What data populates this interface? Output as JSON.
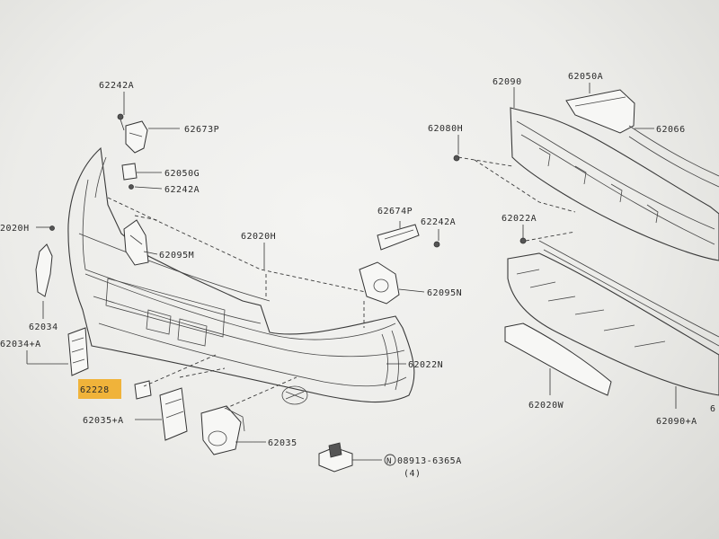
{
  "labels": {
    "l62242a_top": "62242A",
    "l62673p": "62673P",
    "l62050g": "62050G",
    "l62242a_mid": "62242A",
    "l62020h_left": "2020H",
    "l62095m": "62095M",
    "l62034": "62034",
    "l62034a": "62034+A",
    "l62228": "62228",
    "l62035a": "62035+A",
    "l62035": "62035",
    "l62020h_mid": "62020H",
    "l62674p": "62674P",
    "l62242a_right": "62242A",
    "l62095n": "62095N",
    "l62022n": "62022N",
    "l08913": "08913-6365A",
    "l08913_qty": "(4)",
    "l08913_marker": "N",
    "l62080h": "62080H",
    "l62090": "62090",
    "l62050a": "62050A",
    "l62066": "62066",
    "l62022a": "62022A",
    "l62020w": "62020W",
    "l62090a": "62090+A",
    "l_edge_6": "6"
  },
  "colors": {
    "highlight": "#f0b33a",
    "line": "#3a3a3a",
    "paper": "#f4f4f2"
  }
}
